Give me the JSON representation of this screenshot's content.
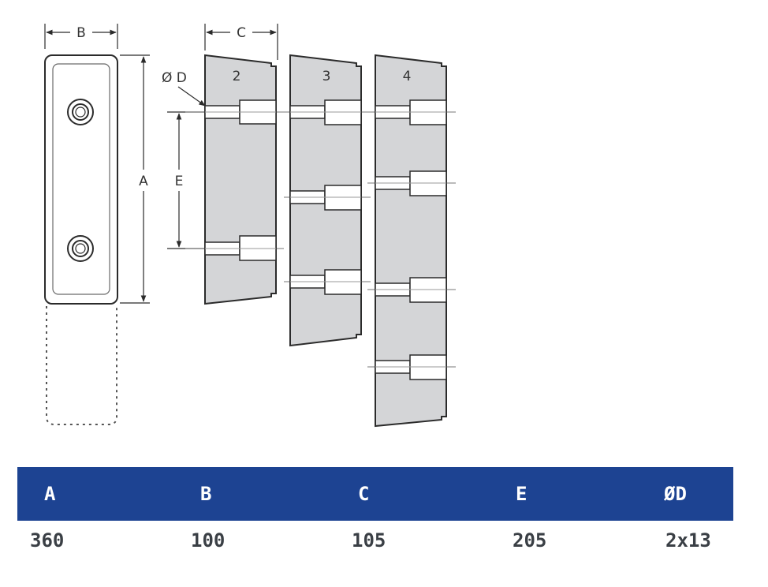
{
  "drawing": {
    "dim_labels": {
      "a": "A",
      "b": "B",
      "c": "C",
      "d": "Ø D",
      "e": "E"
    },
    "variants": [
      "2",
      "3",
      "4"
    ]
  },
  "table": {
    "headers": [
      "A",
      "B",
      "C",
      "E",
      "ØD"
    ],
    "values": [
      "360",
      "100",
      "105",
      "205",
      "2x13"
    ]
  },
  "colors": {
    "header_bg": "#1d4392",
    "fill_gray": "#d4d5d7",
    "line": "#2b2b2b"
  }
}
